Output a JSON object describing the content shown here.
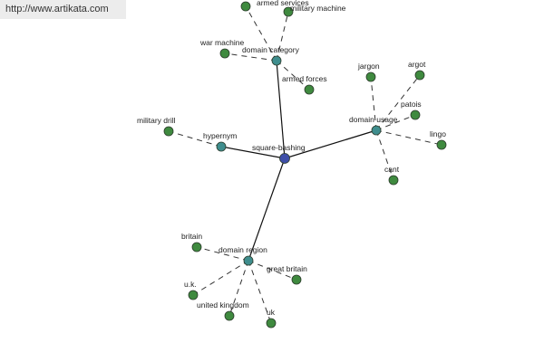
{
  "header": {
    "url": "http://www.artikata.com"
  },
  "colors": {
    "center_node": "#3f4fa8",
    "relation_node": "#3f8e8e",
    "leaf_node": "#3f8a3f",
    "edge": "#111111"
  },
  "graph": {
    "center": {
      "id": "square-bashing",
      "label": "square-bashing"
    },
    "relations": [
      {
        "id": "domain-category",
        "label": "domain category"
      },
      {
        "id": "hypernym",
        "label": "hypernym"
      },
      {
        "id": "domain-usage",
        "label": "domain usage"
      },
      {
        "id": "domain-region",
        "label": "domain region"
      }
    ],
    "leaves": [
      {
        "id": "armed-services",
        "label": "armed services",
        "relation": "domain-category"
      },
      {
        "id": "military-machine",
        "label": "military machine",
        "relation": "domain-category"
      },
      {
        "id": "war-machine",
        "label": "war machine",
        "relation": "domain-category"
      },
      {
        "id": "armed-forces",
        "label": "armed forces",
        "relation": "domain-category"
      },
      {
        "id": "military-drill",
        "label": "military drill",
        "relation": "hypernym"
      },
      {
        "id": "jargon",
        "label": "jargon",
        "relation": "domain-usage"
      },
      {
        "id": "argot",
        "label": "argot",
        "relation": "domain-usage"
      },
      {
        "id": "patois",
        "label": "patois",
        "relation": "domain-usage"
      },
      {
        "id": "lingo",
        "label": "lingo",
        "relation": "domain-usage"
      },
      {
        "id": "cant",
        "label": "cant",
        "relation": "domain-usage"
      },
      {
        "id": "britain",
        "label": "britain",
        "relation": "domain-region"
      },
      {
        "id": "great-britain",
        "label": "great britain",
        "relation": "domain-region"
      },
      {
        "id": "u-k-dot",
        "label": "u.k.",
        "relation": "domain-region"
      },
      {
        "id": "united-kingdom",
        "label": "united kingdom",
        "relation": "domain-region"
      },
      {
        "id": "uk",
        "label": "uk",
        "relation": "domain-region"
      }
    ]
  }
}
